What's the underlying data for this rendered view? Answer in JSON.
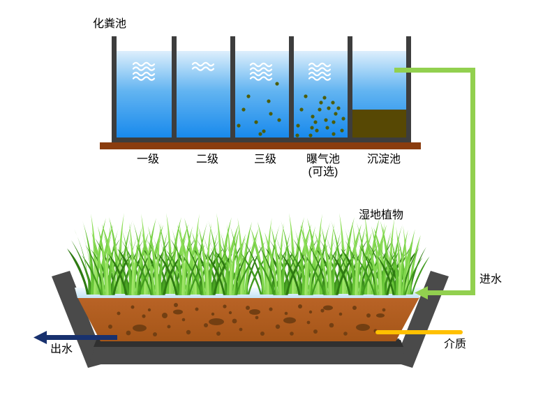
{
  "septic": {
    "title": "化粪池",
    "chambers": [
      {
        "label": "一级"
      },
      {
        "label": "二级"
      },
      {
        "label": "三级"
      },
      {
        "label": "曝气池",
        "sublabel": "(可选)"
      },
      {
        "label": "沉淀池"
      }
    ]
  },
  "wetland": {
    "plants_label": "湿地植物",
    "inflow_label": "进水",
    "outflow_label": "出水",
    "media_label": "介质"
  },
  "colors": {
    "pipe_green": "#92d04f",
    "outflow_navy": "#18316e",
    "media_yellow": "#ffc000",
    "tank_wall_gray": "#3d3d3d",
    "tank_base_brown": "#8a3c0e",
    "water_top": "#dceffc",
    "water_bottom": "#1487ec",
    "sediment_brown": "#574804",
    "soil_brown": "#b15e20",
    "basin_gray": "#4a4a4a"
  }
}
